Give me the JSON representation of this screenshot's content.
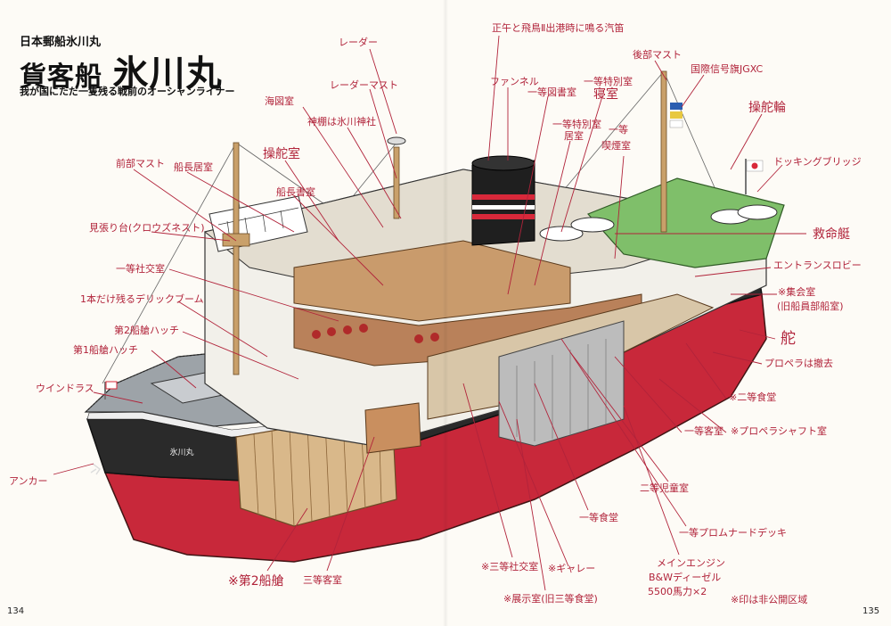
{
  "header": {
    "subtitle": "日本郵船氷川丸",
    "title_prefix": "貨客船",
    "title_main": "氷川丸",
    "tagline": "我が国にただ一隻残る戦前のオーシャンライナー"
  },
  "ship_name_on_hull": "氷川丸",
  "labels": {
    "horn": "正午と飛鳥Ⅱ出港時に鳴る汽笛",
    "radar": "レーダー",
    "radar_mast": "レーダーマスト",
    "funnel": "ファンネル",
    "aft_mast": "後部マスト",
    "signal_flags": "国際信号旗JGXC",
    "chart_room": "海図室",
    "shrine": "神棚は氷川神社",
    "first_library": "一等図書室",
    "first_special_top": "一等特別室",
    "first_special_top2": "寝室",
    "first_special_living": "一等特別室",
    "first_special_living2": "居室",
    "first_smoking_a": "一等",
    "first_smoking_b": "喫煙室",
    "steering_wheel": "操舵輪",
    "foremast": "前部マスト",
    "captain_room": "船長居室",
    "wheelhouse": "操舵室",
    "docking_bridge": "ドッキングブリッジ",
    "officer_room": "船長書室",
    "crows_nest": "見張り台(クロウズネスト)",
    "lifeboat": "救命艇",
    "entrance_lobby": "エントランスロビー",
    "first_social": "一等社交室",
    "assembly_a": "※集会室",
    "assembly_b": "(旧船員部船室)",
    "derrick": "1本だけ残るデリックブーム",
    "rudder": "舵",
    "hatch2": "第2船艙ハッチ",
    "propeller": "プロペラは撤去",
    "hatch1": "第1船艙ハッチ",
    "second_dining": "※二等食堂",
    "windlass": "ウインドラス",
    "first_cabin": "一等客室",
    "propeller_shaft": "※プロペラシャフト室",
    "anchor": "アンカー",
    "second_children": "二等児童室",
    "first_dining": "一等食堂",
    "first_promenade": "一等プロムナードデッキ",
    "hold2": "※第2船艙",
    "third_cabin": "三等客室",
    "third_social": "※三等社交室",
    "galley": "※ギャレー",
    "engine_a": "メインエンジン",
    "engine_b": "B&Wディーゼル",
    "engine_c": "5500馬力×2",
    "exhibit": "※展示室(旧三等食堂)",
    "nonpublic": "※印は非公開区域"
  },
  "pages": {
    "left": "134",
    "right": "135"
  }
}
